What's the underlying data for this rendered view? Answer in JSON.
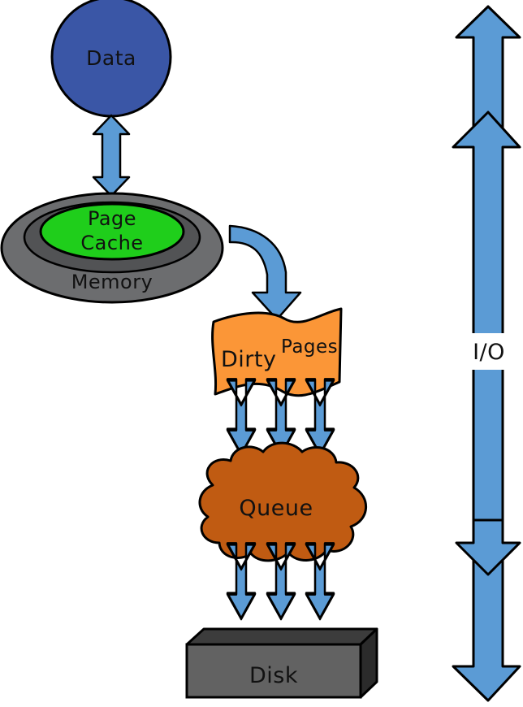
{
  "nodes": {
    "data": {
      "label": "Data",
      "color": "#3a56a6"
    },
    "page_cache": {
      "line1": "Page",
      "line2": "Cache",
      "color": "#1fce1b"
    },
    "memory": {
      "label": "Memory",
      "color": "#6c6d6f"
    },
    "dirty_pages": {
      "part1": "Dirty",
      "part2": "Pages",
      "color": "#fb9637"
    },
    "queue": {
      "label": "Queue",
      "color": "#c05b12"
    },
    "disk": {
      "label": "Disk",
      "color": "#626262"
    }
  },
  "io_axis": {
    "label": "I/O",
    "color": "#5b9bd5"
  },
  "arrow_color": "#5b9bd5"
}
